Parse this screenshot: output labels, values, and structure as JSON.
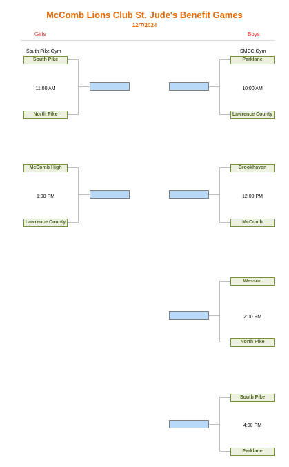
{
  "header": {
    "title": "McComb Lions Club St. Jude's Benefit Games",
    "date": "12/7/2024",
    "girls_label": "Girls",
    "boys_label": "Boys",
    "left_gym": "South Pike Gym",
    "right_gym": "SMCC Gym"
  },
  "girls_games": [
    {
      "team_top": "South Pike",
      "time": "11:00 AM",
      "team_bottom": "North Pike"
    },
    {
      "team_top": "McComb High",
      "time": "1:00 PM",
      "team_bottom": "Lawrence County"
    }
  ],
  "boys_games": [
    {
      "team_top": "Parklane",
      "time": "10:00 AM",
      "team_bottom": "Lawrence County"
    },
    {
      "team_top": "Brookhaven",
      "time": "12:00 PM",
      "team_bottom": "McComb"
    },
    {
      "team_top": "Wesson",
      "time": "2:00 PM",
      "team_bottom": "North Pike"
    },
    {
      "team_top": "South Pike",
      "time": "4:00 PM",
      "team_bottom": "Parklane"
    }
  ],
  "colors": {
    "title": "#e26b0a",
    "side_label": "#e4312b",
    "team_fill": "#ebf1de",
    "team_border": "#76933c",
    "team_text": "#4f6228",
    "winner_fill": "#b8d9f7"
  }
}
